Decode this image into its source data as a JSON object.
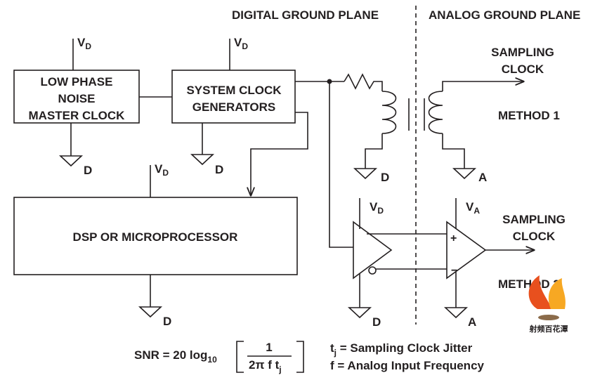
{
  "planes": {
    "digital": "DIGITAL GROUND PLANE",
    "analog": "ANALOG GROUND PLANE"
  },
  "blocks": {
    "master_clock": [
      "LOW PHASE",
      "NOISE",
      "MASTER CLOCK"
    ],
    "clock_generators": [
      "SYSTEM CLOCK",
      "GENERATORS"
    ],
    "dsp": "DSP OR MICROPROCESSOR"
  },
  "supply": {
    "digital_main": "V",
    "digital_sub": "D",
    "analog_main": "V",
    "analog_sub": "A"
  },
  "ground": {
    "digital": "D",
    "analog": "A"
  },
  "method1": {
    "output": [
      "SAMPLING",
      "CLOCK"
    ],
    "label": "METHOD 1"
  },
  "method2": {
    "output": [
      "SAMPLING",
      "CLOCK"
    ],
    "label": "METHOD 2",
    "plus": "+",
    "minus": "−"
  },
  "watermark": {
    "text": "射频百花潭",
    "colors": [
      "#e8501e",
      "#f7a823",
      "#8b6b4a"
    ]
  },
  "formula": {
    "lhs": "SNR = 20 log",
    "sub": "10",
    "numerator": "1",
    "denominator_main": "2π f t",
    "denominator_sub": "j"
  },
  "legend": [
    {
      "sym": "t",
      "sub": "j",
      "text": " = Sampling Clock Jitter"
    },
    {
      "sym": "f",
      "sub": "",
      "text": "  = Analog Input Frequency"
    }
  ]
}
